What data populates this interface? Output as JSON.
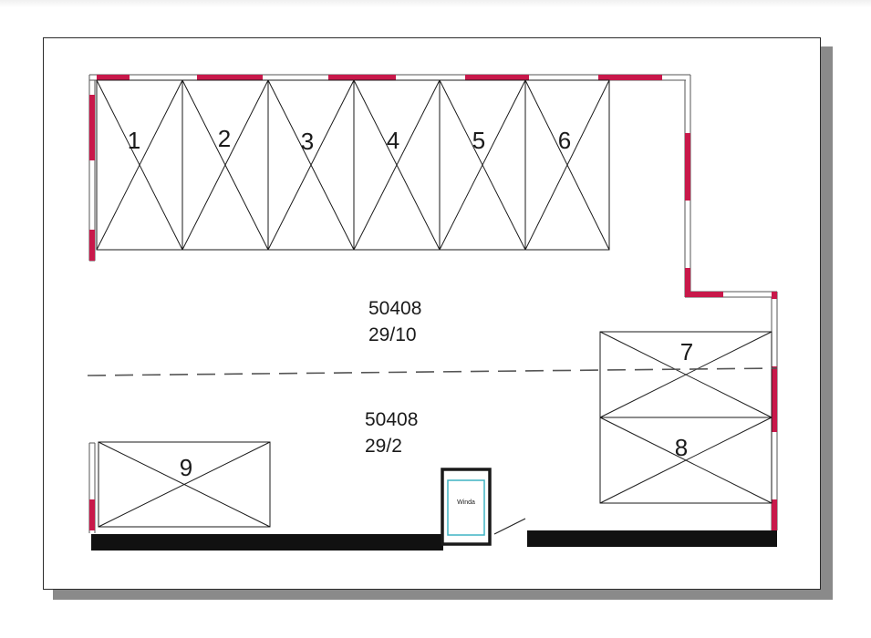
{
  "colors": {
    "wall": "#555555",
    "window": "#c8184a",
    "solid_wall": "#111111",
    "box_stroke": "#1a1a1a",
    "inner_door": "#3fb4c4",
    "shadow": "#8a8a8a"
  },
  "units": [
    {
      "label": "1"
    },
    {
      "label": "2"
    },
    {
      "label": "3"
    },
    {
      "label": "4"
    },
    {
      "label": "5"
    },
    {
      "label": "6"
    },
    {
      "label": "7"
    },
    {
      "label": "8"
    },
    {
      "label": "9"
    }
  ],
  "parcel_north": {
    "number": "50408",
    "sub": "29/10"
  },
  "parcel_south": {
    "number": "50408",
    "sub": "29/2"
  },
  "door_label": "Winda"
}
